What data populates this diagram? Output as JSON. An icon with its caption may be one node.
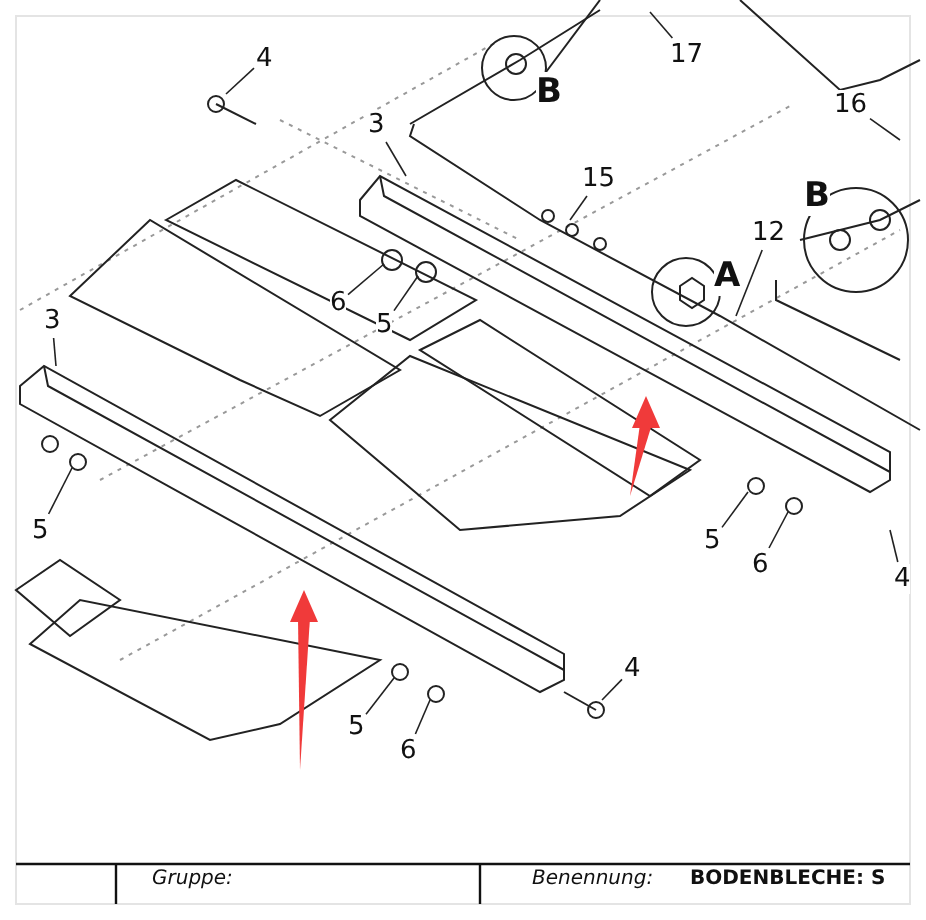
{
  "diagram": {
    "nodes": [
      {
        "text": [
          "4"
        ]
      },
      {
        "text": [
          "17"
        ]
      },
      {
        "text": [
          "3"
        ]
      },
      {
        "text": [
          "16"
        ]
      },
      {
        "text": [
          "15"
        ]
      },
      {
        "text": [
          "12"
        ]
      },
      {
        "text": [
          "6"
        ]
      },
      {
        "text": [
          "5"
        ]
      },
      {
        "text": [
          "3"
        ]
      },
      {
        "text": [
          "5"
        ]
      },
      {
        "text": [
          "5"
        ]
      },
      {
        "text": [
          "6"
        ]
      },
      {
        "text": [
          "4"
        ]
      },
      {
        "text": [
          "5"
        ]
      },
      {
        "text": [
          "6"
        ]
      },
      {
        "text": [
          "4"
        ]
      }
    ],
    "edges": [
      {
        "from": 0,
        "to": null,
        "arrow": "none"
      },
      {
        "from": 1,
        "to": null,
        "arrow": "none"
      },
      {
        "from": 2,
        "to": null,
        "arrow": "none"
      },
      {
        "from": 3,
        "to": null,
        "arrow": "none"
      },
      {
        "from": 4,
        "to": null,
        "arrow": "none"
      },
      {
        "from": 5,
        "to": null,
        "arrow": "none"
      },
      {
        "from": 6,
        "to": null,
        "arrow": "none"
      },
      {
        "from": 7,
        "to": null,
        "arrow": "none"
      },
      {
        "from": 8,
        "to": null,
        "arrow": "none"
      },
      {
        "from": 9,
        "to": null,
        "arrow": "none"
      },
      {
        "from": 10,
        "to": null,
        "arrow": "none"
      },
      {
        "from": 11,
        "to": null,
        "arrow": "none"
      },
      {
        "from": 12,
        "to": null,
        "arrow": "none"
      },
      {
        "from": 13,
        "to": null,
        "arrow": "none"
      },
      {
        "from": 14,
        "to": null,
        "arrow": "none"
      },
      {
        "from": 15,
        "to": null,
        "arrow": "none"
      }
    ],
    "labels": [
      "B",
      "B",
      "A",
      "Gruppe:",
      "Benennung:",
      "BODENBLECHE: S"
    ]
  }
}
